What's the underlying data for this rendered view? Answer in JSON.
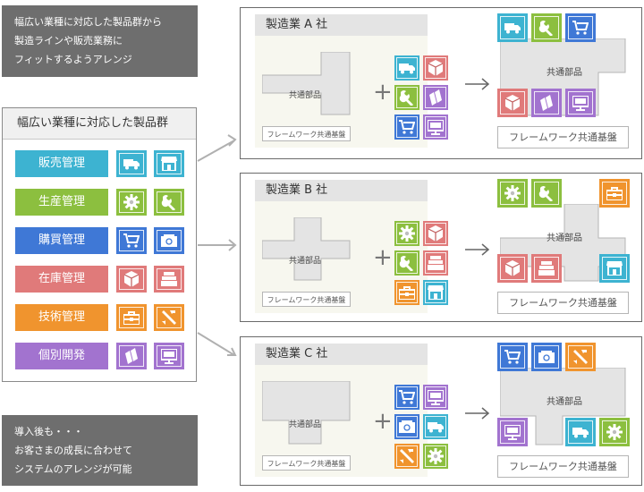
{
  "notes": {
    "top": [
      "幅広い業種に対応した製品群から",
      "製造ラインや販売業務に",
      "フィットするようアレンジ"
    ],
    "bottom": [
      "導入後も・・・",
      "お客さまの成長に合わせて",
      "システムのアレンジが可能"
    ]
  },
  "catalog": {
    "title": "幅広い業種に対応した製品群",
    "items": [
      {
        "label": "販売管理",
        "color": "#3db3d1",
        "icons": [
          "truck-icon",
          "shop-icon"
        ]
      },
      {
        "label": "生産管理",
        "color": "#8cbf3f",
        "icons": [
          "gear-icon",
          "wrench-icon"
        ]
      },
      {
        "label": "購買管理",
        "color": "#3f78d6",
        "icons": [
          "cart-icon",
          "register-icon"
        ]
      },
      {
        "label": "在庫管理",
        "color": "#e07a7a",
        "icons": [
          "box-icon",
          "storage-icon"
        ]
      },
      {
        "label": "技術管理",
        "color": "#f0942e",
        "icons": [
          "toolbox-icon",
          "tools-icon"
        ]
      },
      {
        "label": "個別開発",
        "color": "#a273cf",
        "icons": [
          "files-icon",
          "monitor-icon"
        ]
      }
    ]
  },
  "companies": [
    {
      "name": "製造業 A 社",
      "framework": "フレームワーク共通基盤",
      "common": "共通部品"
    },
    {
      "name": "製造業 B 社",
      "framework": "フレームワーク共通基盤",
      "common": "共通部品"
    },
    {
      "name": "製造業 C 社",
      "framework": "フレームワーク共通基盤",
      "common": "共通部品"
    }
  ],
  "colors": {
    "blue": "#3db3d1",
    "green": "#8cbf3f",
    "navy": "#3f78d6",
    "pink": "#e07a7a",
    "orange": "#f0942e",
    "purple": "#a273cf",
    "note_bg": "#6e6e6e",
    "piece_bg": "#e4e4e4"
  }
}
